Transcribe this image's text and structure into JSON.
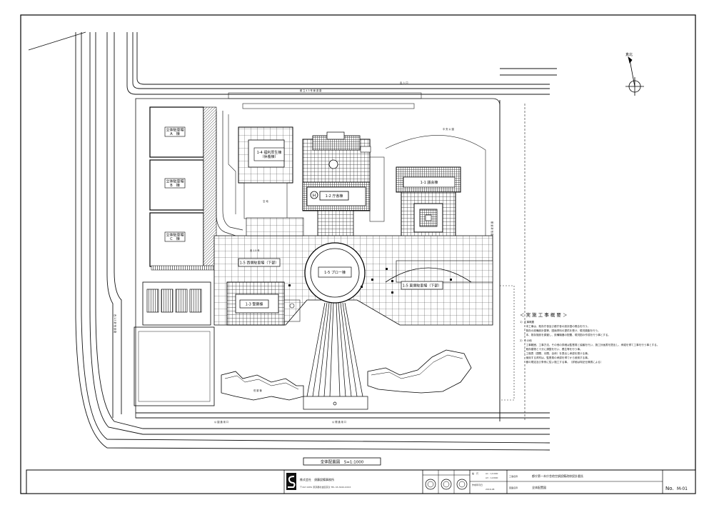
{
  "drawing": {
    "buildings": {
      "parking_a_title": "立体駐車場",
      "parking_a_sub": "A　棟",
      "parking_b_title": "立体駐車場",
      "parking_b_sub": "B　棟",
      "parking_c_title": "立体駐車場",
      "parking_c_sub": "C　棟",
      "welfare_title": "1-4 福利厚生棟",
      "welfare_sub": "（休養棟）",
      "main_building": "1-2 庁舎棟",
      "assembly": "1-1 議会棟",
      "floor": "1-5 プロー棟",
      "police": "1-3 警察棟",
      "parking_west": "1-5 西側駐車場（下部）",
      "parking_east": "1-5 東側駐車場（下部）"
    },
    "small_labels": {
      "north_label": "真北",
      "top_road": "都 立 4 3 号 線 道 路",
      "west_road": "西 1-5 新 宿 道 路",
      "right_road": "都 道 新 宿 路",
      "bottom_left": "公 園 通 用 口",
      "bottom_right": "公 開 通 用 口",
      "east_park": "中 央 公 園",
      "parking_entry": "西 1-5 号",
      "right_entry": "出 入 口",
      "lower_bldg": "低 層 棟",
      "open_space": "空 地"
    }
  },
  "notes": {
    "title": "＜ 実 施 工 事 概 要 ＞",
    "lines": [
      "1）工事概要",
      "・本工事は、既存庁舎及び都庁舎の設計図の照合を行う。",
      "・既存の設備設計図等、図面資料の提供を受け、現況調査を行う。",
      "・本、既存施設を調査し、設備機器の配置、現況図の作成を行う事とする。",
      "2）その他",
      "・工事範囲、工事方法、その他の詳細は監督員と協議を行い、施工計画書を提出し、承諾を得て工事を行う事とする。",
      "・既存建物と十分に調整を行い、養生等を行う事。",
      "・工程表（週間、月間、全体）を提出し承認を受ける事。",
      "・使用する資材は、監督員の承認を得てから使用する事。",
      "・都の規定及び条例に従い施工する事。（詳細は特記仕様書による）"
    ]
  },
  "caption": {
    "title": "全体配置図　S=1:1000"
  },
  "title_block": {
    "company": "株式会社　須藤設備事務所",
    "company_address": "〒167-0051 東京都杉並区荻窪 TEL 03-3220-XXXX",
    "scale_label": "縮　尺",
    "scale_value": "A1 : 1/1000",
    "scale_value2": "A3 : 1/2000",
    "date_label": "作成年月日",
    "date_value": "2016.08",
    "project_label": "工事名称",
    "project_name": "都庁第一本庁舎他空調設備改修設計委託",
    "drawing_label": "図面名称",
    "drawing_name": "全体配置図",
    "drawing_no_label": "No.",
    "drawing_no": "M-01"
  }
}
